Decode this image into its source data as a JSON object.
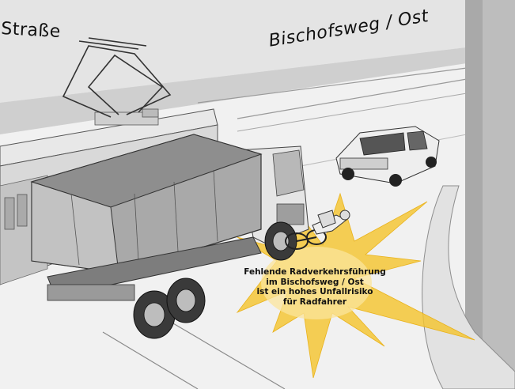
{
  "labels": {
    "street_left": "Straße",
    "street_right": "Bischofsweg / Ost"
  },
  "warning": {
    "lines": [
      "Fehlende Radverkehrsführung",
      "im Bischofsweg / Ost",
      "ist ein hohes Unfallrisiko",
      "für Radfahrer"
    ]
  },
  "colors": {
    "warning_burst": "#f4c430",
    "road": "#f0f0f0",
    "building": "#d2d2d2"
  },
  "objects": [
    "tram",
    "dump-truck",
    "car",
    "fallen-cyclist",
    "warning-burst"
  ]
}
